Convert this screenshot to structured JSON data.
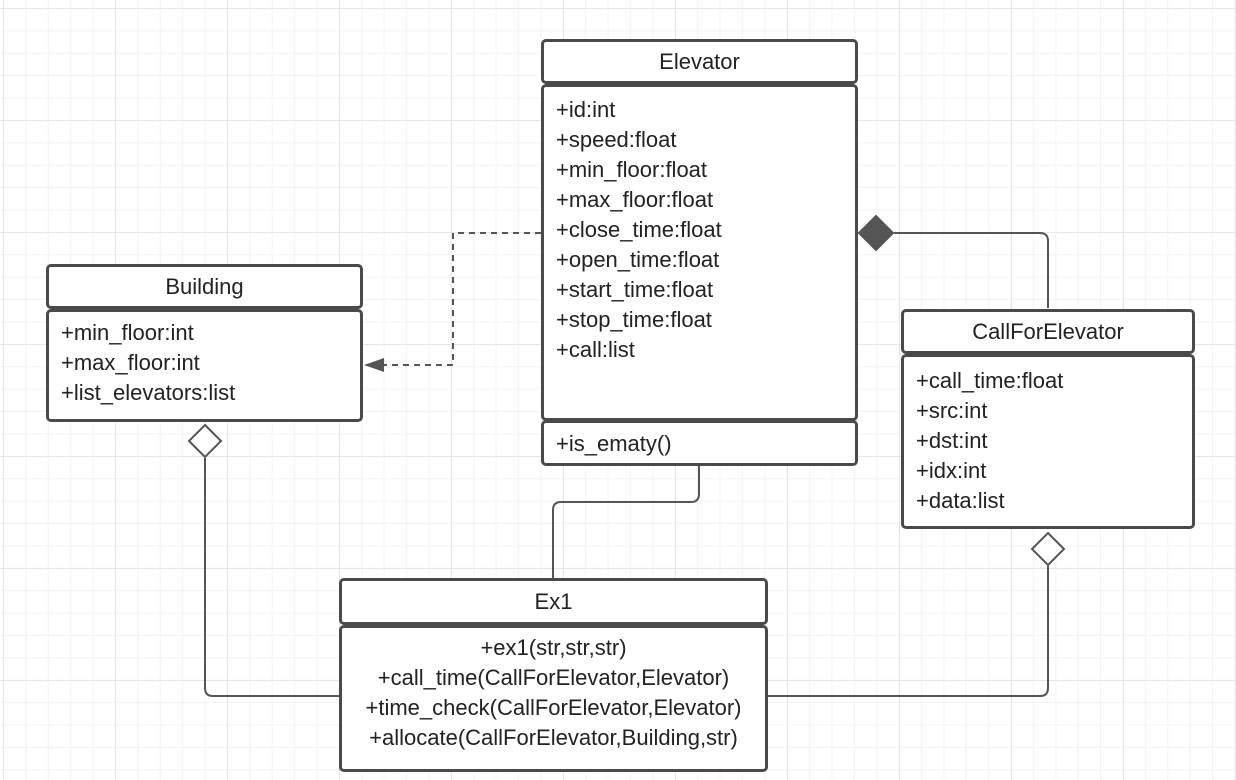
{
  "classes": {
    "elevator": {
      "name": "Elevator",
      "attributes": [
        "+id:int",
        "+speed:float",
        "+min_floor:float",
        "+max_floor:float",
        "+close_time:float",
        "+open_time:float",
        "+start_time:float",
        "+stop_time:float",
        "+call:list"
      ],
      "methods": [
        "+is_ematy()"
      ]
    },
    "building": {
      "name": "Building",
      "attributes": [
        "+min_floor:int",
        "+max_floor:int",
        "+list_elevators:list"
      ]
    },
    "call_for_elevator": {
      "name": "CallForElevator",
      "attributes": [
        "+call_time:float",
        "+src:int",
        "+dst:int",
        "+idx:int",
        "+data:list"
      ]
    },
    "ex1": {
      "name": "Ex1",
      "methods": [
        "+ex1(str,str,str)",
        "+call_time(CallForElevator,Elevator)",
        "+time_check(CallForElevator,Elevator)",
        "+allocate(CallForElevator,Building,str)"
      ]
    }
  },
  "colors": {
    "stroke": "#4a4a4a",
    "text": "#222222",
    "grid": "#e6e6e6"
  }
}
